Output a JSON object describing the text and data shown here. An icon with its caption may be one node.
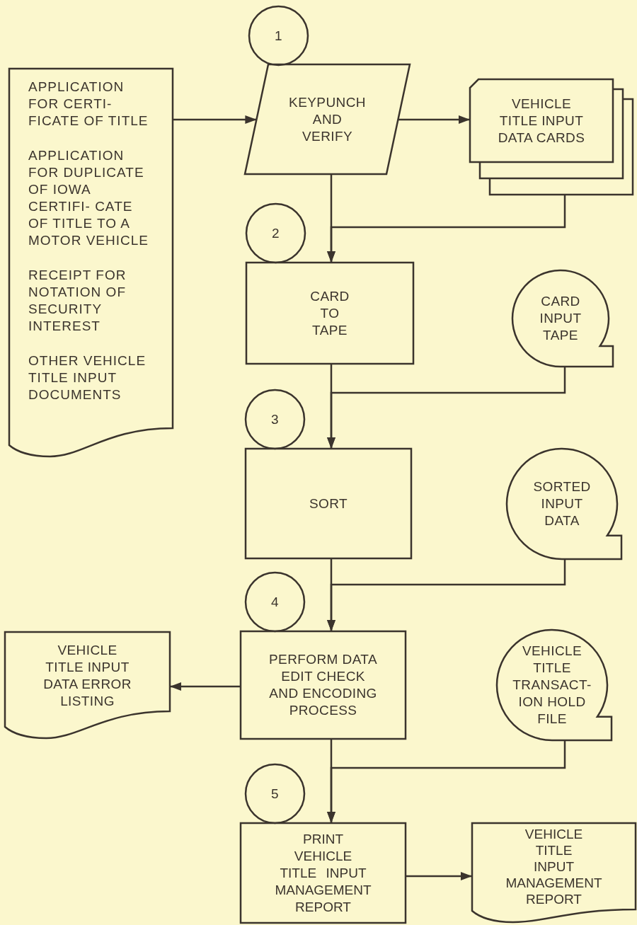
{
  "diagram": {
    "nodes": [
      {
        "text": [
          "APPLICATION FOR CERTI- FICATE OF TITLE",
          "APPLICATION FOR DUPLICATE OF IOWA CERTIFI- CATE OF TITLE TO A MOTOR VEHICLE",
          "RECEIPT FOR NOTATION OF SECURITY INTEREST",
          "OTHER VEHICLE TITLE INPUT DOCUMENTS"
        ]
      },
      {
        "text": [
          "1"
        ]
      },
      {
        "text": [
          "KEYPUNCH AND VERIFY"
        ]
      },
      {
        "text": [
          "VEHICLE TITLE INPUT DATA CARDS"
        ]
      },
      {
        "text": [
          "2"
        ]
      },
      {
        "text": [
          "CARD TO TAPE"
        ]
      },
      {
        "text": [
          "CARD INPUT TAPE"
        ]
      },
      {
        "text": [
          "3"
        ]
      },
      {
        "text": [
          "SORT"
        ]
      },
      {
        "text": [
          "SORTED INPUT DATA"
        ]
      },
      {
        "text": [
          "4"
        ]
      },
      {
        "text": [
          "VEHICLE TITLE INPUT DATA ERROR LISTING"
        ]
      },
      {
        "text": [
          "PERFORM DATA EDIT CHECK AND ENCODING PROCESS"
        ]
      },
      {
        "text": [
          "VEHICLE TITLE TRANSACT- ION HOLD FILE"
        ]
      },
      {
        "text": [
          "5"
        ]
      },
      {
        "text": [
          "PRINT VEHICLE TITLE INPUT MANAGEMENT REPORT"
        ]
      },
      {
        "text": [
          "VEHICLE TITLE INPUT MANAGEMENT REPORT"
        ]
      }
    ],
    "edges": [
      {
        "from": 0,
        "to": 2,
        "arrow": "to"
      },
      {
        "from": 2,
        "to": 3,
        "arrow": "to"
      },
      {
        "from": 2,
        "to": 5,
        "arrow": "to"
      },
      {
        "from": 3,
        "to": 5,
        "arrow": "to"
      },
      {
        "from": 5,
        "to": 8,
        "arrow": "to"
      },
      {
        "from": 6,
        "to": 8,
        "arrow": "to"
      },
      {
        "from": 8,
        "to": 12,
        "arrow": "to"
      },
      {
        "from": 9,
        "to": 12,
        "arrow": "to"
      },
      {
        "from": 12,
        "to": 11,
        "arrow": "to"
      },
      {
        "from": 12,
        "to": 15,
        "arrow": "to"
      },
      {
        "from": 13,
        "to": 15,
        "arrow": "to"
      },
      {
        "from": 15,
        "to": 16,
        "arrow": "to"
      }
    ]
  }
}
